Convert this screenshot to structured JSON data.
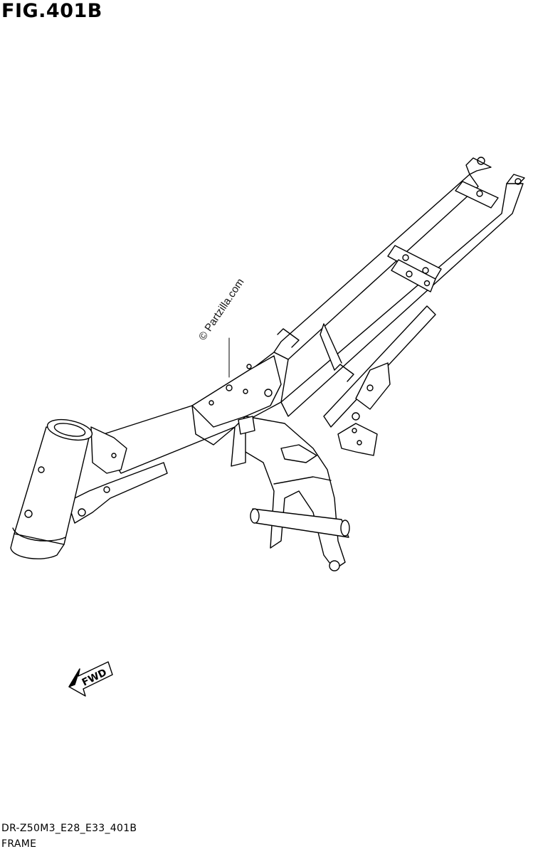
{
  "figure": {
    "title": "FIG.401B",
    "watermark": "© Partzilla.com",
    "direction_label": "FWD",
    "model_code": "DR-Z50M3_E28_E33_401B",
    "part_name": "FRAME"
  },
  "colors": {
    "line": "#000000",
    "background": "#ffffff"
  },
  "icons": {
    "direction": "fwd-arrow-icon"
  }
}
